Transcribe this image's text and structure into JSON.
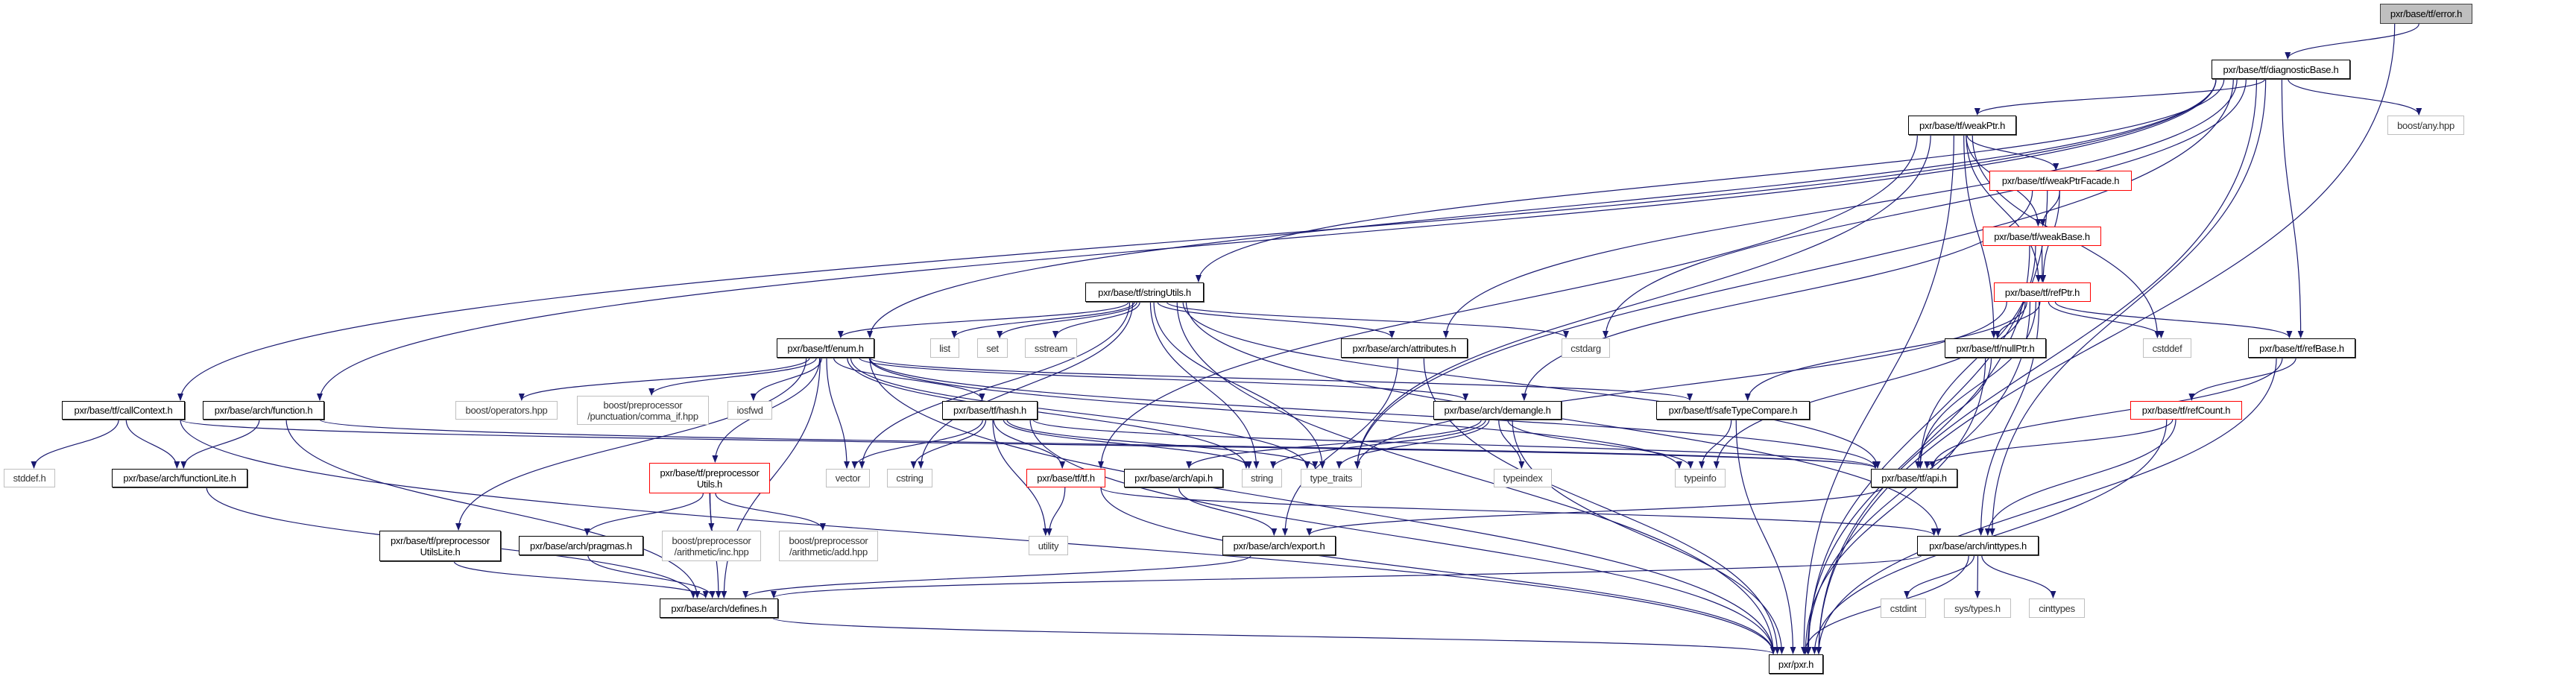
{
  "graph": {
    "title": "pxr/base/tf/error.h include dependency graph",
    "edge_color": "#191970",
    "nodes": [
      {
        "id": "error",
        "label": "pxr/base/tf/error.h",
        "kind": "root"
      },
      {
        "id": "diag",
        "label": "pxr/base/tf/diagnosticBase.h",
        "kind": "documented"
      },
      {
        "id": "weakPtr",
        "label": "pxr/base/tf/weakPtr.h",
        "kind": "documented"
      },
      {
        "id": "any",
        "label": "boost/any.hpp",
        "kind": "external"
      },
      {
        "id": "facade",
        "label": "pxr/base/tf/weakPtrFacade.h",
        "kind": "red"
      },
      {
        "id": "weakBase",
        "label": "pxr/base/tf/weakBase.h",
        "kind": "red"
      },
      {
        "id": "refPtr",
        "label": "pxr/base/tf/refPtr.h",
        "kind": "red"
      },
      {
        "id": "stringUtils",
        "label": "pxr/base/tf/stringUtils.h",
        "kind": "documented"
      },
      {
        "id": "enum",
        "label": "pxr/base/tf/enum.h",
        "kind": "documented"
      },
      {
        "id": "list",
        "label": "list",
        "kind": "external"
      },
      {
        "id": "set",
        "label": "set",
        "kind": "external"
      },
      {
        "id": "sstream",
        "label": "sstream",
        "kind": "external"
      },
      {
        "id": "attributes",
        "label": "pxr/base/arch/attributes.h",
        "kind": "documented"
      },
      {
        "id": "cstdarg",
        "label": "cstdarg",
        "kind": "external"
      },
      {
        "id": "nullPtr",
        "label": "pxr/base/tf/nullPtr.h",
        "kind": "documented"
      },
      {
        "id": "cstddef",
        "label": "cstddef",
        "kind": "external"
      },
      {
        "id": "refBase",
        "label": "pxr/base/tf/refBase.h",
        "kind": "documented"
      },
      {
        "id": "callContext",
        "label": "pxr/base/tf/callContext.h",
        "kind": "documented"
      },
      {
        "id": "function",
        "label": "pxr/base/arch/function.h",
        "kind": "documented"
      },
      {
        "id": "operators",
        "label": "boost/operators.hpp",
        "kind": "external"
      },
      {
        "id": "comma",
        "label": "boost/preprocessor\n/punctuation/comma_if.hpp",
        "kind": "external"
      },
      {
        "id": "iosfwd",
        "label": "iosfwd",
        "kind": "external"
      },
      {
        "id": "hash",
        "label": "pxr/base/tf/hash.h",
        "kind": "documented"
      },
      {
        "id": "demangle",
        "label": "pxr/base/arch/demangle.h",
        "kind": "documented"
      },
      {
        "id": "safeType",
        "label": "pxr/base/tf/safeTypeCompare.h",
        "kind": "documented"
      },
      {
        "id": "refCount",
        "label": "pxr/base/tf/refCount.h",
        "kind": "red"
      },
      {
        "id": "stddef",
        "label": "stddef.h",
        "kind": "external"
      },
      {
        "id": "functionLite",
        "label": "pxr/base/arch/functionLite.h",
        "kind": "documented"
      },
      {
        "id": "prepUtils",
        "label": "pxr/base/tf/preprocessor\nUtils.h",
        "kind": "red"
      },
      {
        "id": "vector",
        "label": "vector",
        "kind": "external"
      },
      {
        "id": "cstring",
        "label": "cstring",
        "kind": "external"
      },
      {
        "id": "tfh",
        "label": "pxr/base/tf/tf.h",
        "kind": "red"
      },
      {
        "id": "archApi",
        "label": "pxr/base/arch/api.h",
        "kind": "documented"
      },
      {
        "id": "string",
        "label": "string",
        "kind": "external"
      },
      {
        "id": "typeTraits",
        "label": "type_traits",
        "kind": "external"
      },
      {
        "id": "typeindex",
        "label": "typeindex",
        "kind": "external"
      },
      {
        "id": "typeinfo",
        "label": "typeinfo",
        "kind": "external"
      },
      {
        "id": "tfApi",
        "label": "pxr/base/tf/api.h",
        "kind": "documented"
      },
      {
        "id": "prepLite",
        "label": "pxr/base/tf/preprocessor\nUtilsLite.h",
        "kind": "documented"
      },
      {
        "id": "pragmas",
        "label": "pxr/base/arch/pragmas.h",
        "kind": "documented"
      },
      {
        "id": "inc",
        "label": "boost/preprocessor\n/arithmetic/inc.hpp",
        "kind": "external"
      },
      {
        "id": "add",
        "label": "boost/preprocessor\n/arithmetic/add.hpp",
        "kind": "external"
      },
      {
        "id": "utility",
        "label": "utility",
        "kind": "external"
      },
      {
        "id": "export",
        "label": "pxr/base/arch/export.h",
        "kind": "documented"
      },
      {
        "id": "inttypes",
        "label": "pxr/base/arch/inttypes.h",
        "kind": "documented"
      },
      {
        "id": "defines",
        "label": "pxr/base/arch/defines.h",
        "kind": "documented"
      },
      {
        "id": "cstdint",
        "label": "cstdint",
        "kind": "external"
      },
      {
        "id": "systypes",
        "label": "sys/types.h",
        "kind": "external"
      },
      {
        "id": "cinttypes",
        "label": "cinttypes",
        "kind": "external"
      },
      {
        "id": "pxr",
        "label": "pxr/pxr.h",
        "kind": "documented"
      }
    ],
    "edges": [
      [
        "error",
        "diag"
      ],
      [
        "error",
        "pxr"
      ],
      [
        "diag",
        "weakPtr"
      ],
      [
        "diag",
        "any"
      ],
      [
        "diag",
        "callContext"
      ],
      [
        "diag",
        "function"
      ],
      [
        "diag",
        "enum"
      ],
      [
        "diag",
        "stringUtils"
      ],
      [
        "diag",
        "attributes"
      ],
      [
        "diag",
        "cstdarg"
      ],
      [
        "diag",
        "refBase"
      ],
      [
        "diag",
        "inttypes"
      ],
      [
        "diag",
        "pxr"
      ],
      [
        "diag",
        "typeTraits"
      ],
      [
        "weakPtr",
        "facade"
      ],
      [
        "weakPtr",
        "weakBase"
      ],
      [
        "weakPtr",
        "refPtr"
      ],
      [
        "weakPtr",
        "nullPtr"
      ],
      [
        "weakPtr",
        "cstddef"
      ],
      [
        "weakPtr",
        "tfh"
      ],
      [
        "weakPtr",
        "typeTraits"
      ],
      [
        "weakPtr",
        "pxr"
      ],
      [
        "facade",
        "weakBase"
      ],
      [
        "facade",
        "refPtr"
      ],
      [
        "facade",
        "demangle"
      ],
      [
        "facade",
        "pxr"
      ],
      [
        "weakBase",
        "refPtr"
      ],
      [
        "weakBase",
        "tfApi"
      ],
      [
        "weakBase",
        "pxr"
      ],
      [
        "refPtr",
        "nullPtr"
      ],
      [
        "refPtr",
        "cstddef"
      ],
      [
        "refPtr",
        "refBase"
      ],
      [
        "refPtr",
        "safeType"
      ],
      [
        "refPtr",
        "typeinfo"
      ],
      [
        "refPtr",
        "typeTraits"
      ],
      [
        "refPtr",
        "tfApi"
      ],
      [
        "refPtr",
        "inttypes"
      ],
      [
        "refPtr",
        "pxr"
      ],
      [
        "nullPtr",
        "tfApi"
      ],
      [
        "nullPtr",
        "pxr"
      ],
      [
        "refBase",
        "refCount"
      ],
      [
        "refBase",
        "tfApi"
      ],
      [
        "refBase",
        "pxr"
      ],
      [
        "refCount",
        "tfApi"
      ],
      [
        "refCount",
        "inttypes"
      ],
      [
        "refCount",
        "pxr"
      ],
      [
        "stringUtils",
        "enum"
      ],
      [
        "stringUtils",
        "list"
      ],
      [
        "stringUtils",
        "set"
      ],
      [
        "stringUtils",
        "sstream"
      ],
      [
        "stringUtils",
        "vector"
      ],
      [
        "stringUtils",
        "cstring"
      ],
      [
        "stringUtils",
        "string"
      ],
      [
        "stringUtils",
        "typeTraits"
      ],
      [
        "stringUtils",
        "attributes"
      ],
      [
        "stringUtils",
        "cstdarg"
      ],
      [
        "stringUtils",
        "tfApi"
      ],
      [
        "stringUtils",
        "inttypes"
      ],
      [
        "stringUtils",
        "pxr"
      ],
      [
        "enum",
        "operators"
      ],
      [
        "enum",
        "comma"
      ],
      [
        "enum",
        "iosfwd"
      ],
      [
        "enum",
        "vector"
      ],
      [
        "enum",
        "hash"
      ],
      [
        "enum",
        "prepUtils"
      ],
      [
        "enum",
        "prepLite"
      ],
      [
        "enum",
        "demangle"
      ],
      [
        "enum",
        "safeType"
      ],
      [
        "enum",
        "tfApi"
      ],
      [
        "enum",
        "string"
      ],
      [
        "enum",
        "typeTraits"
      ],
      [
        "enum",
        "typeinfo"
      ],
      [
        "enum",
        "defines"
      ],
      [
        "enum",
        "pxr"
      ],
      [
        "callContext",
        "stddef"
      ],
      [
        "callContext",
        "functionLite"
      ],
      [
        "callContext",
        "tfApi"
      ],
      [
        "callContext",
        "pxr"
      ],
      [
        "function",
        "functionLite"
      ],
      [
        "function",
        "defines"
      ],
      [
        "function",
        "tfApi"
      ],
      [
        "hash",
        "vector"
      ],
      [
        "hash",
        "cstring"
      ],
      [
        "hash",
        "tfh"
      ],
      [
        "hash",
        "string"
      ],
      [
        "hash",
        "typeTraits"
      ],
      [
        "hash",
        "utility"
      ],
      [
        "hash",
        "tfApi"
      ],
      [
        "hash",
        "pxr"
      ],
      [
        "tfh",
        "utility"
      ],
      [
        "tfh",
        "inttypes"
      ],
      [
        "tfh",
        "pxr"
      ],
      [
        "archApi",
        "export"
      ],
      [
        "attributes",
        "export"
      ],
      [
        "attributes",
        "pxr"
      ],
      [
        "demangle",
        "string"
      ],
      [
        "demangle",
        "typeinfo"
      ],
      [
        "demangle",
        "typeindex"
      ],
      [
        "demangle",
        "typeTraits"
      ],
      [
        "demangle",
        "archApi"
      ],
      [
        "demangle",
        "pxr"
      ],
      [
        "safeType",
        "typeinfo"
      ],
      [
        "safeType",
        "pxr"
      ],
      [
        "prepUtils",
        "pragmas"
      ],
      [
        "prepUtils",
        "inc"
      ],
      [
        "prepUtils",
        "add"
      ],
      [
        "prepUtils",
        "defines"
      ],
      [
        "prepLite",
        "defines"
      ],
      [
        "pragmas",
        "defines"
      ],
      [
        "functionLite",
        "defines"
      ],
      [
        "export",
        "defines"
      ],
      [
        "tfApi",
        "export"
      ],
      [
        "inttypes",
        "cstdint"
      ],
      [
        "inttypes",
        "systypes"
      ],
      [
        "inttypes",
        "cinttypes"
      ],
      [
        "inttypes",
        "defines"
      ],
      [
        "inttypes",
        "pxr"
      ],
      [
        "defines",
        "pxr"
      ]
    ]
  }
}
